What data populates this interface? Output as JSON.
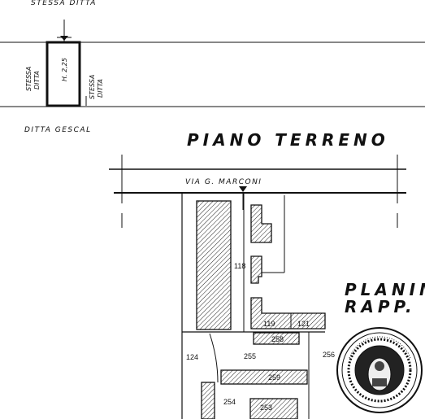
{
  "labels": {
    "header": "STESSA DITTA",
    "side_left_1": "STESSA",
    "side_left_2": "DITTA",
    "side_right_1": "STESSA",
    "side_right_2": "DITTA",
    "height": "H. 2,25",
    "ditta": "DITTA GESCAL",
    "title": "PIANO TERRENO",
    "street": "VIA G. MARCONI",
    "planimetria": "PLANIME",
    "rapp": "RAPP.",
    "p118": "118",
    "p119": "119",
    "p121": "121",
    "p124": "124",
    "p255": "255",
    "p256": "256",
    "p254": "254",
    "p258": "258",
    "p253": "253",
    "p259": "259"
  }
}
